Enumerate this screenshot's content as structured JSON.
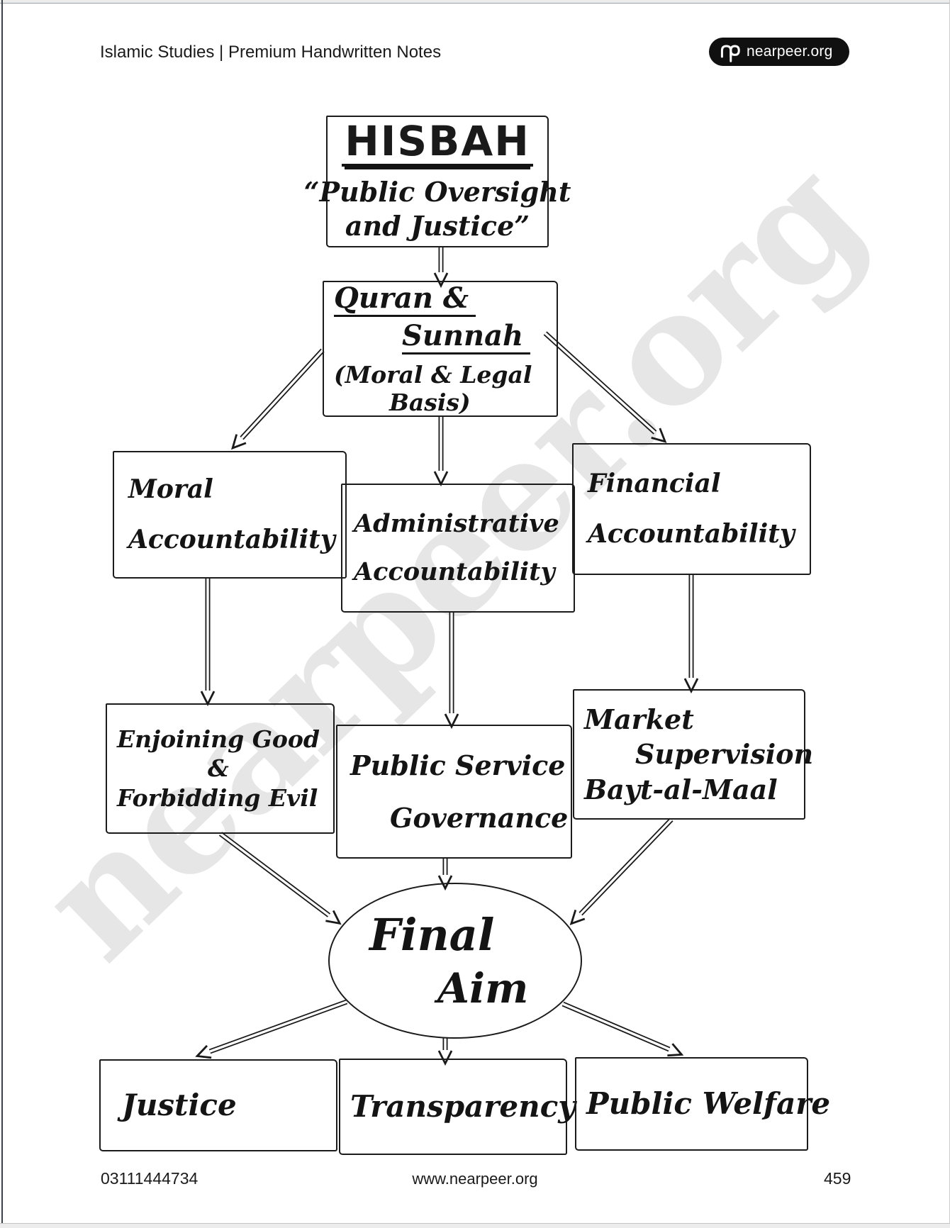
{
  "header": {
    "title": "Islamic Studies | Premium Handwritten Notes",
    "logo": {
      "monogram": "np",
      "text": "nearpeer.org"
    }
  },
  "watermark": "nearpeer.org",
  "nodes": {
    "hisbah": {
      "title": "HISBAH",
      "subtitle1": "“Public Oversight",
      "subtitle2": "and Justice”"
    },
    "quran": {
      "line1": "Quran &",
      "line2": "Sunnah",
      "line3": "(Moral & Legal",
      "line4": "Basis)"
    },
    "moral": {
      "line1": "Moral",
      "line2": "Accountability"
    },
    "administrative": {
      "line1": "Administrative",
      "line2": "Accountability"
    },
    "financial": {
      "line1": "Financial",
      "line2": "Accountability"
    },
    "enjoining": {
      "line1": "Enjoining Good",
      "line2": "&",
      "line3": "Forbidding Evil"
    },
    "public_service": {
      "line1": "Public Service",
      "line2": "Governance"
    },
    "market": {
      "line1": "Market",
      "line2": "Supervision",
      "line3": "Bayt-al-Maal"
    },
    "final_aim": {
      "line1": "Final",
      "line2": "Aim"
    },
    "justice": {
      "label": "Justice"
    },
    "transparency": {
      "label": "Transparency"
    },
    "public_welfare": {
      "label": "Public Welfare"
    }
  },
  "footer": {
    "phone": "03111444734",
    "website": "www.nearpeer.org",
    "page_number": "459"
  },
  "colors": {
    "ink": "#1a1a1a",
    "watermark_gray": "#e6e6e6",
    "logo_background": "#101010",
    "logo_text_color": "#ffffff"
  }
}
